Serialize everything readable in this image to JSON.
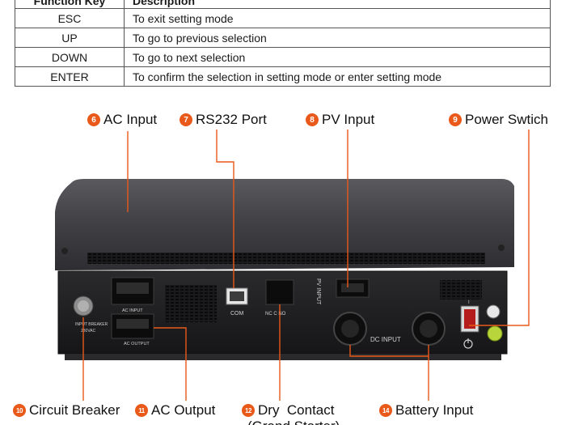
{
  "table": {
    "header": {
      "key": "Function Key",
      "desc": "Description"
    },
    "rows": [
      {
        "key": "ESC",
        "desc": "To exit setting mode"
      },
      {
        "key": "UP",
        "desc": "To go to previous selection"
      },
      {
        "key": "DOWN",
        "desc": "To go to next selection"
      },
      {
        "key": "ENTER",
        "desc": "To confirm the selection in setting mode or enter setting mode"
      }
    ]
  },
  "callouts": {
    "ac_input": {
      "num": "6",
      "label": "AC Input"
    },
    "rs232": {
      "num": "7",
      "label": "RS232 Port"
    },
    "pv_input": {
      "num": "8",
      "label": "PV Input"
    },
    "power_switch": {
      "num": "9",
      "label": "Power Swtich"
    },
    "circuit_breaker": {
      "num": "10",
      "label": "Circuit Breaker"
    },
    "ac_output": {
      "num": "11",
      "label": "AC Output"
    },
    "dry_contact": {
      "num": "12",
      "label": "Dry  Contact",
      "sub": "(Grand Starter)"
    },
    "battery_input": {
      "num": "14",
      "label": "Battery Input"
    }
  },
  "panel_labels": {
    "ac_input": "AC INPUT",
    "ac_output": "AC OUTPUT",
    "com": "COM",
    "nc_c_no": "NC C NO",
    "pv_input": "PV INPUT",
    "dc_input": "DC INPUT",
    "breaker": "INPUT BREAKER",
    "breaker_rating": "230VAC",
    "switch_on": "I",
    "switch_off": "O"
  },
  "colors": {
    "accent": "#e8591a",
    "leader": "#e8591a",
    "body": "#3a3a3d",
    "panel": "#1c1c1e"
  }
}
